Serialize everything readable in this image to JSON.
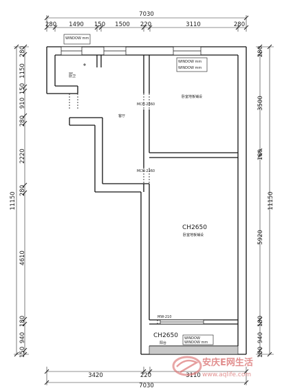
{
  "dimensions": {
    "top_total": "7030",
    "top_segments": [
      "280",
      "1490",
      "150",
      "1500",
      "220",
      "3110",
      "280"
    ],
    "bottom_segments": [
      "3420",
      "220",
      "3110"
    ],
    "bottom_total": "7030",
    "left_total": "11150",
    "left_segments": [
      "280",
      "1150",
      "150",
      "910",
      "280",
      "2220",
      "280",
      "4610",
      "180",
      "940",
      "150"
    ],
    "right_total": "11150",
    "right_segments": [
      "280",
      "3500",
      "180",
      "5920",
      "180",
      "940",
      "150"
    ]
  },
  "rooms": {
    "bedroom_upper_glyph": "卧室地板铺设",
    "bedroom_lower_height": "CH2650",
    "bedroom_lower_glyph": "卧室地板铺设",
    "balcony_height": "CH2650",
    "balcony_glyph": "阳台",
    "living_glyph": "客厅",
    "bath_glyph": "厨卫"
  },
  "tags": {
    "window_top_left": "WINDOW mm",
    "window_bedroom_1": "WINDOW mm",
    "window_bedroom_2": "WINDOW mm",
    "balcony_tag_1": "WINDOW",
    "balcony_tag_2": "WINDOW mm",
    "door_upper": "MCH-2860",
    "door_middle": "MCH-2360",
    "door_lower": "MW-210"
  },
  "watermark": {
    "brand": "安庆E网生活",
    "url": "www.aqlife.com"
  }
}
